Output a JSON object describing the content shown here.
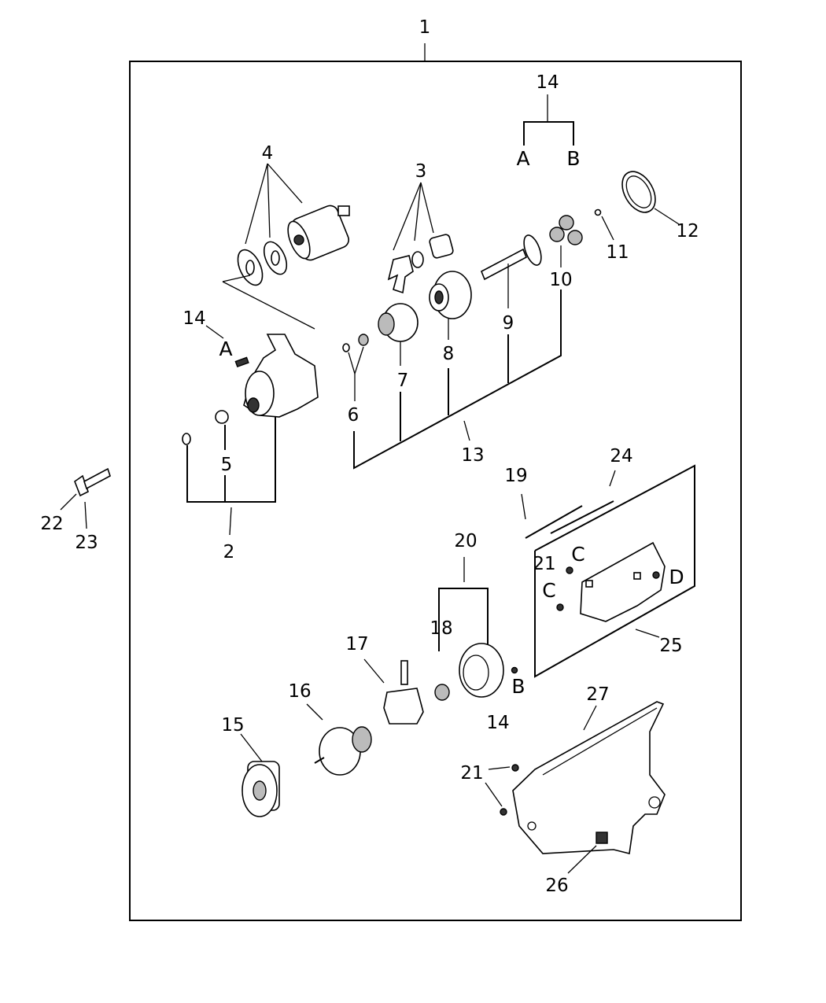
{
  "callouts": [
    {
      "id": "c1",
      "text": "1"
    },
    {
      "id": "c2",
      "text": "2"
    },
    {
      "id": "c3",
      "text": "3"
    },
    {
      "id": "c4",
      "text": "4"
    },
    {
      "id": "c5",
      "text": "5"
    },
    {
      "id": "c6",
      "text": "6"
    },
    {
      "id": "c7",
      "text": "7"
    },
    {
      "id": "c8",
      "text": "8"
    },
    {
      "id": "c9",
      "text": "9"
    },
    {
      "id": "c10",
      "text": "10"
    },
    {
      "id": "c11",
      "text": "11"
    },
    {
      "id": "c12",
      "text": "12"
    },
    {
      "id": "c13",
      "text": "13"
    },
    {
      "id": "c14a",
      "text": "14"
    },
    {
      "id": "c14b",
      "text": "14"
    },
    {
      "id": "c14c",
      "text": "14"
    },
    {
      "id": "c15",
      "text": "15"
    },
    {
      "id": "c16",
      "text": "16"
    },
    {
      "id": "c17",
      "text": "17"
    },
    {
      "id": "c18",
      "text": "18"
    },
    {
      "id": "c19",
      "text": "19"
    },
    {
      "id": "c20",
      "text": "20"
    },
    {
      "id": "c21a",
      "text": "21"
    },
    {
      "id": "c21b",
      "text": "21"
    },
    {
      "id": "c22",
      "text": "22"
    },
    {
      "id": "c23",
      "text": "23"
    },
    {
      "id": "c24",
      "text": "24"
    },
    {
      "id": "c25",
      "text": "25"
    },
    {
      "id": "c26",
      "text": "26"
    },
    {
      "id": "c27",
      "text": "27"
    }
  ],
  "reference_letters": [
    {
      "id": "A1",
      "text": "A"
    },
    {
      "id": "B1",
      "text": "B"
    },
    {
      "id": "A2",
      "text": "A"
    },
    {
      "id": "B2",
      "text": "B"
    },
    {
      "id": "C1",
      "text": "C"
    },
    {
      "id": "C2",
      "text": "C"
    },
    {
      "id": "D1",
      "text": "D"
    }
  ]
}
